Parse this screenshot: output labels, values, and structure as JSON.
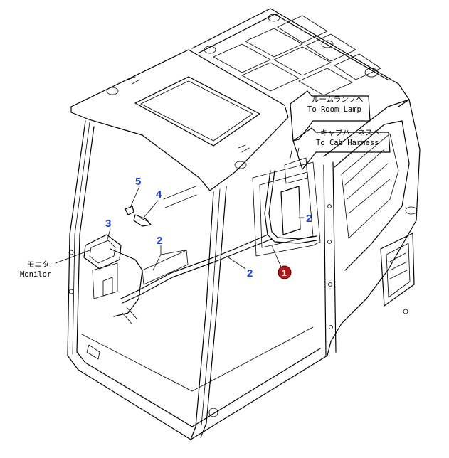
{
  "callouts": {
    "room_lamp_jp": "ルームランプへ",
    "room_lamp_en": "To Room Lamp",
    "cab_harness_jp": "キャブハーネスへ",
    "cab_harness_en": "To Cab Harness",
    "monitor_jp": "モニタ",
    "monitor_en": "Monilor"
  },
  "part_numbers": {
    "p5": "5",
    "p4": "4",
    "p3": "3",
    "p2_center": "2",
    "p2_right": "2",
    "p2_lower": "2",
    "p1": "1"
  },
  "colors": {
    "part_number": "#1a3fd6",
    "highlight_badge": "#b31919"
  }
}
